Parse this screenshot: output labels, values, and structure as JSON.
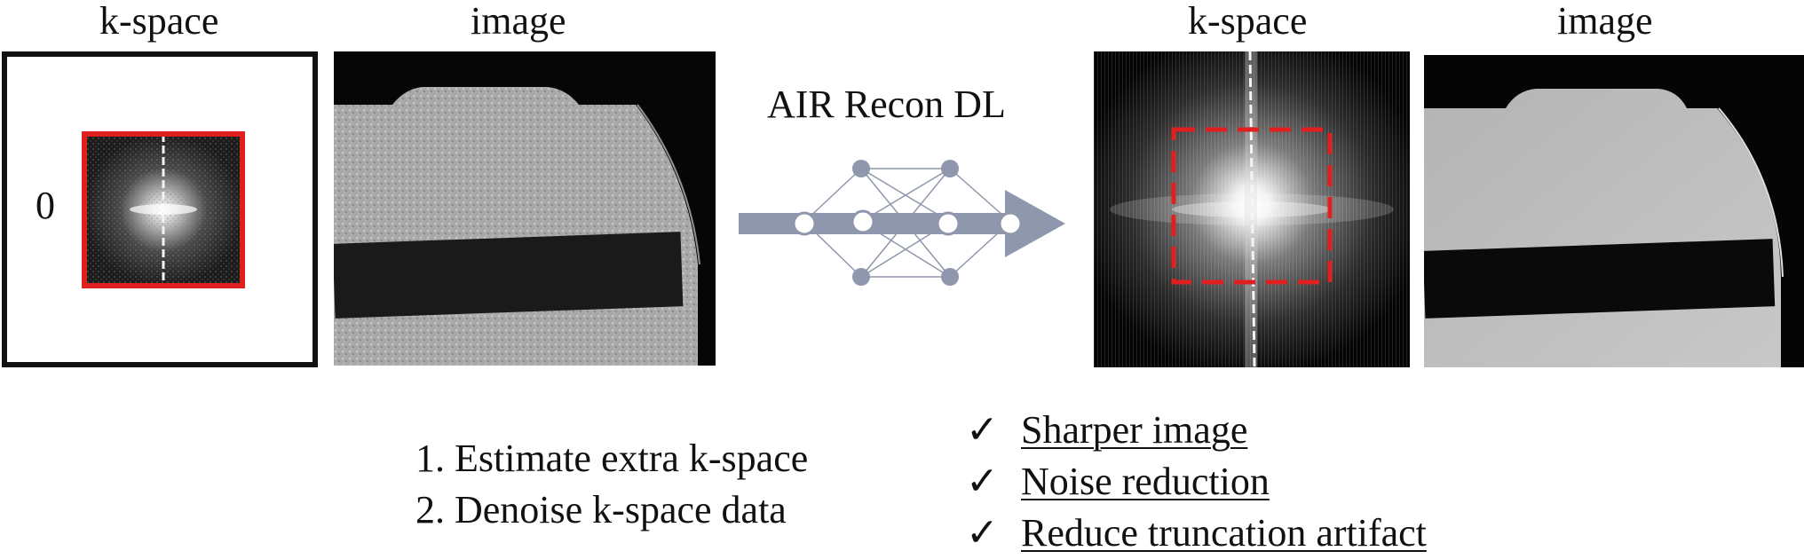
{
  "headers": {
    "left_kspace": "k-space",
    "left_image": "image",
    "right_kspace": "k-space",
    "right_image": "image"
  },
  "zero_label": "0",
  "method": {
    "title": "AIR Recon DL"
  },
  "steps": [
    "1. Estimate extra k-space",
    "2. Denoise k-space data"
  ],
  "benefits": [
    "Sharper image",
    "Noise reduction",
    "Reduce truncation artifact"
  ],
  "colors": {
    "crop_box": "#e02020",
    "network": "#8e97ab",
    "frame": "#111111"
  },
  "icons": {
    "check": "check-icon",
    "network": "neural-network-arrow-icon"
  }
}
